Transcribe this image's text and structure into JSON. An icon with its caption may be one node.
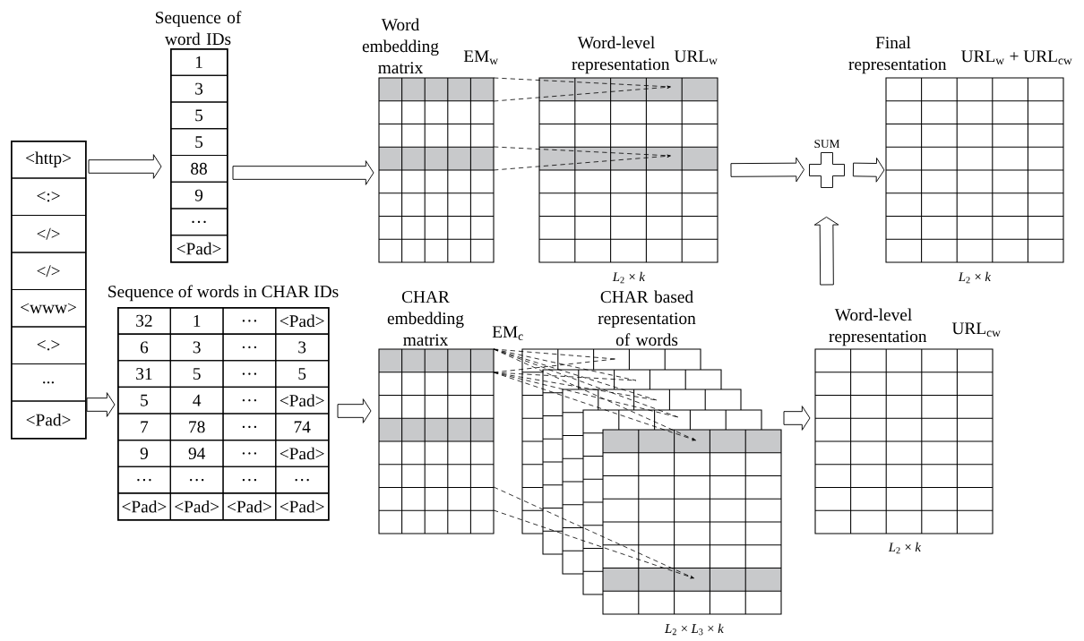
{
  "diagram": {
    "nodes": [
      {
        "text": [],
        "shape": "box"
      },
      {
        "text": [
          "<http>"
        ],
        "in": 0
      },
      {
        "text": [
          "<:>"
        ],
        "in": 0
      },
      {
        "text": [
          "</>"
        ],
        "in": 0
      },
      {
        "text": [
          "</>"
        ],
        "in": 0
      },
      {
        "text": [
          "<www>"
        ],
        "in": 0
      },
      {
        "text": [
          "<.>"
        ],
        "in": 0
      },
      {
        "text": [
          "..."
        ],
        "in": 0
      },
      {
        "text": [
          "<Pad>"
        ],
        "in": 0
      },
      {
        "text": [
          "Sequence of word IDs"
        ]
      },
      {
        "text": [
          "1"
        ],
        "in": 9
      },
      {
        "text": [
          "3"
        ],
        "in": 9
      },
      {
        "text": [
          "5"
        ],
        "in": 9
      },
      {
        "text": [
          "5"
        ],
        "in": 9
      },
      {
        "text": [
          "88"
        ],
        "in": 9
      },
      {
        "text": [
          "9"
        ],
        "in": 9
      },
      {
        "text": [
          "…"
        ],
        "in": 9
      },
      {
        "text": [
          "<Pad>"
        ],
        "in": 9
      },
      {
        "text": [
          "Sequence of words in CHAR IDs"
        ]
      },
      {
        "text": [
          "32"
        ],
        "in": 18
      },
      {
        "text": [
          "1"
        ],
        "in": 18
      },
      {
        "text": [
          "…"
        ],
        "in": 18
      },
      {
        "text": [
          "<Pad>"
        ],
        "in": 18
      },
      {
        "text": [
          "6"
        ],
        "in": 18
      },
      {
        "text": [
          "3"
        ],
        "in": 18
      },
      {
        "text": [
          "…"
        ],
        "in": 18
      },
      {
        "text": [
          "3"
        ],
        "in": 18
      },
      {
        "text": [
          "31"
        ],
        "in": 18
      },
      {
        "text": [
          "5"
        ],
        "in": 18
      },
      {
        "text": [
          "…"
        ],
        "in": 18
      },
      {
        "text": [
          "5"
        ],
        "in": 18
      },
      {
        "text": [
          "5"
        ],
        "in": 18
      },
      {
        "text": [
          "4"
        ],
        "in": 18
      },
      {
        "text": [
          "…"
        ],
        "in": 18
      },
      {
        "text": [
          "<Pad>"
        ],
        "in": 18
      },
      {
        "text": [
          "7"
        ],
        "in": 18
      },
      {
        "text": [
          "78"
        ],
        "in": 18
      },
      {
        "text": [
          "…"
        ],
        "in": 18
      },
      {
        "text": [
          "74"
        ],
        "in": 18
      },
      {
        "text": [
          "9"
        ],
        "in": 18
      },
      {
        "text": [
          "94"
        ],
        "in": 18
      },
      {
        "text": [
          "…"
        ],
        "in": 18
      },
      {
        "text": [
          "<Pad>"
        ],
        "in": 18
      },
      {
        "text": [
          "…"
        ],
        "in": 18
      },
      {
        "text": [
          "…"
        ],
        "in": 18
      },
      {
        "text": [
          "…"
        ],
        "in": 18
      },
      {
        "text": [
          "…"
        ],
        "in": 18
      },
      {
        "text": [
          "<Pad>"
        ],
        "in": 18
      },
      {
        "text": [
          "<Pad>"
        ],
        "in": 18
      },
      {
        "text": [
          "<Pad>"
        ],
        "in": 18
      },
      {
        "text": [
          "<Pad>"
        ],
        "in": 18
      },
      {
        "text": [
          "Word embedding matrix",
          "EM$_{w}$"
        ]
      },
      {
        "text": [
          "Word-level representation",
          "URL$_{w}$"
        ],
        "beside": [
          "*L*$_{2}$ × *k*"
        ]
      },
      {
        "text": [
          "SUM"
        ]
      },
      {
        "text": [
          "Final representation",
          "URL$_{w}$ + URL$_{cw}$"
        ],
        "beside": [
          "*L*$_{2}$ × *k*"
        ]
      },
      {
        "text": [
          "CHAR embedding matrix",
          "EM$_{c}$"
        ]
      },
      {
        "text": [
          "CHAR based representation of words"
        ],
        "beside": [
          "*L*$_{2}$ × *L*$_{3}$ × *k*"
        ]
      },
      {
        "text": [
          "Word-level representation",
          "URL$_{cw}$"
        ],
        "beside": [
          "*L*$_{2}$ × *k*"
        ]
      }
    ],
    "edges": [
      {
        "from": 0,
        "to": 9,
        "arrow": "to"
      },
      {
        "from": 0,
        "to": 18,
        "arrow": "to"
      },
      {
        "from": 9,
        "to": 51,
        "arrow": "to"
      },
      {
        "from": 18,
        "to": 55,
        "arrow": "to"
      },
      {
        "from": 51,
        "to": 52,
        "arrow": "to",
        "style": "dashed"
      },
      {
        "from": 51,
        "to": 52,
        "arrow": "to",
        "style": "dashed"
      },
      {
        "from": 52,
        "to": 53,
        "arrow": "to"
      },
      {
        "from": 53,
        "to": 54,
        "arrow": "to"
      },
      {
        "from": 55,
        "to": 56,
        "arrow": "to",
        "style": "dashed"
      },
      {
        "from": 55,
        "to": 56,
        "arrow": "to",
        "style": "dashed"
      },
      {
        "from": 56,
        "to": 57,
        "arrow": "to"
      },
      {
        "from": 57,
        "to": 53,
        "arrow": "to"
      }
    ]
  }
}
